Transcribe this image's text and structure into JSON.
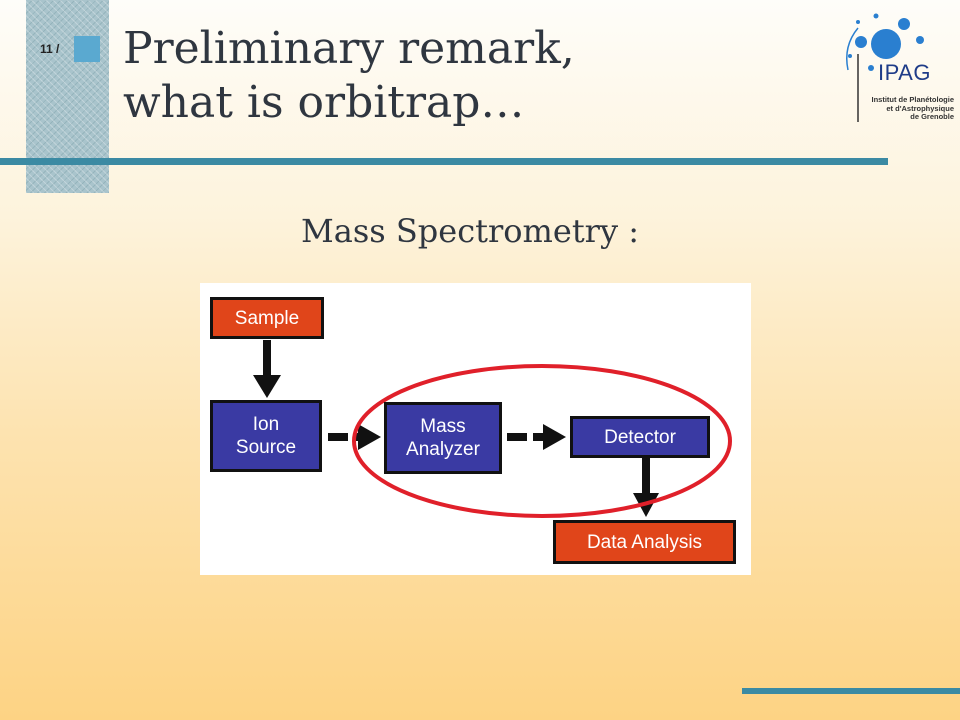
{
  "slide": {
    "number": "11 /",
    "title_line1": "Preliminary remark,",
    "title_line2": "what is orbitrap…",
    "subtitle": "Mass Spectrometry :"
  },
  "logo": {
    "name": "IPAG",
    "lines": [
      "Institut de Planétologie",
      "et d'Astrophysique",
      "de Grenoble"
    ]
  },
  "diagram": {
    "boxes": {
      "sample": "Sample",
      "ion_source": "Ion\nSource",
      "mass_analyzer": "Mass\nAnalyzer",
      "detector": "Detector",
      "data_analysis": "Data Analysis"
    }
  },
  "colors": {
    "accent_teal": "#3b8aa3",
    "box_orange": "#e0451a",
    "box_blue": "#3a3aa3",
    "highlight_red": "#e0202a"
  }
}
